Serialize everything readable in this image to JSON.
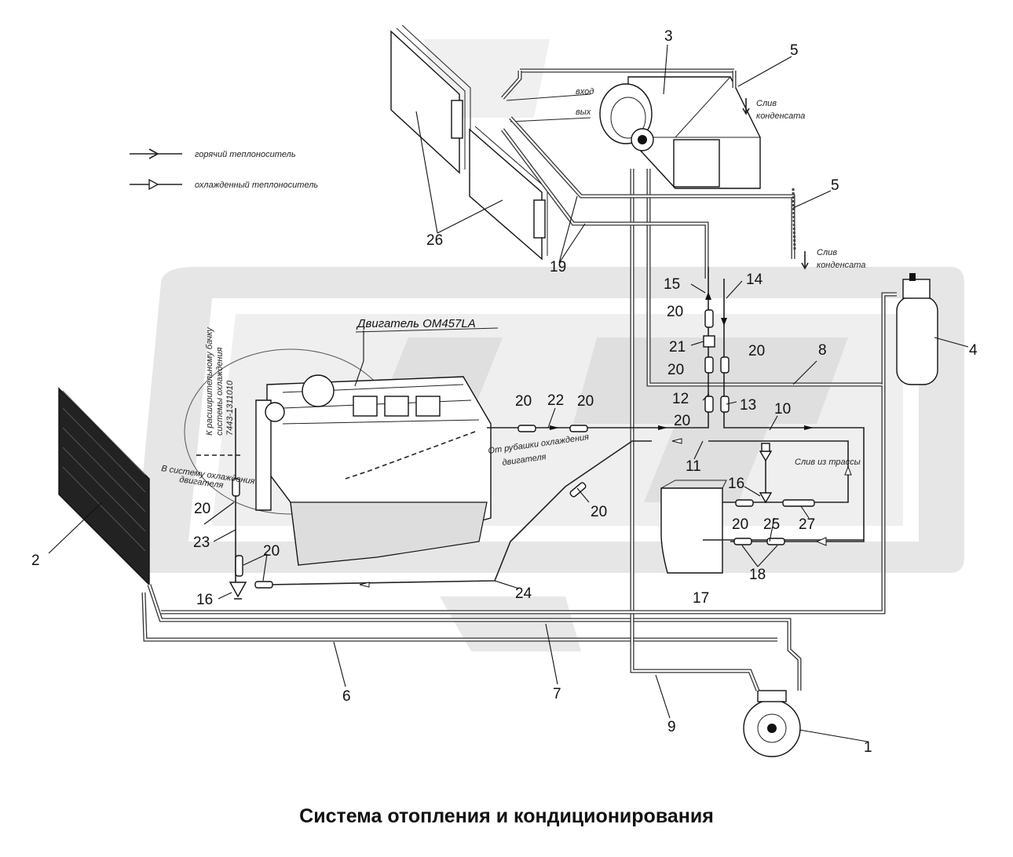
{
  "caption": "Система отопления и кондиционирования",
  "engine_label": "Двигатель OM457LA",
  "legend": {
    "hot": "горячий теплоноситель",
    "cooled": "охлажденный теплоноситель"
  },
  "notes": {
    "vhod": "вход",
    "vyh": "вых",
    "sliv1": "Слив",
    "kondensata1": "конденсата",
    "sliv2": "Слив",
    "kondensata2": "конденсата",
    "to_expansion": "К расширительному бачку",
    "to_expansion2": "системы охлаждения",
    "to_expansion3": "7443-1311010",
    "to_engine_system": "В систему охлаждения",
    "to_engine_system2": "двигателя",
    "from_engine_cooling": "От рубашки охлаждения",
    "from_engine_cooling2": "двигателя",
    "drain_from_line": "Слив из трассы"
  },
  "labels": {
    "n1": "1",
    "n2": "2",
    "n3": "3",
    "n4": "4",
    "n5a": "5",
    "n5b": "5",
    "n6": "6",
    "n7": "7",
    "n8": "8",
    "n9": "9",
    "n10": "10",
    "n11": "11",
    "n12": "12",
    "n13": "13",
    "n14": "14",
    "n15": "15",
    "n16a": "16",
    "n16b": "16",
    "n17": "17",
    "n18": "18",
    "n19": "19",
    "n20a": "20",
    "n20b": "20",
    "n20c": "20",
    "n20d": "20",
    "n20e": "20",
    "n20f": "20",
    "n20g": "20",
    "n20h": "20",
    "n20i": "20",
    "n20j": "20",
    "n21": "21",
    "n22": "22",
    "n23": "23",
    "n24": "24",
    "n25": "25",
    "n26": "26",
    "n27": "27"
  }
}
